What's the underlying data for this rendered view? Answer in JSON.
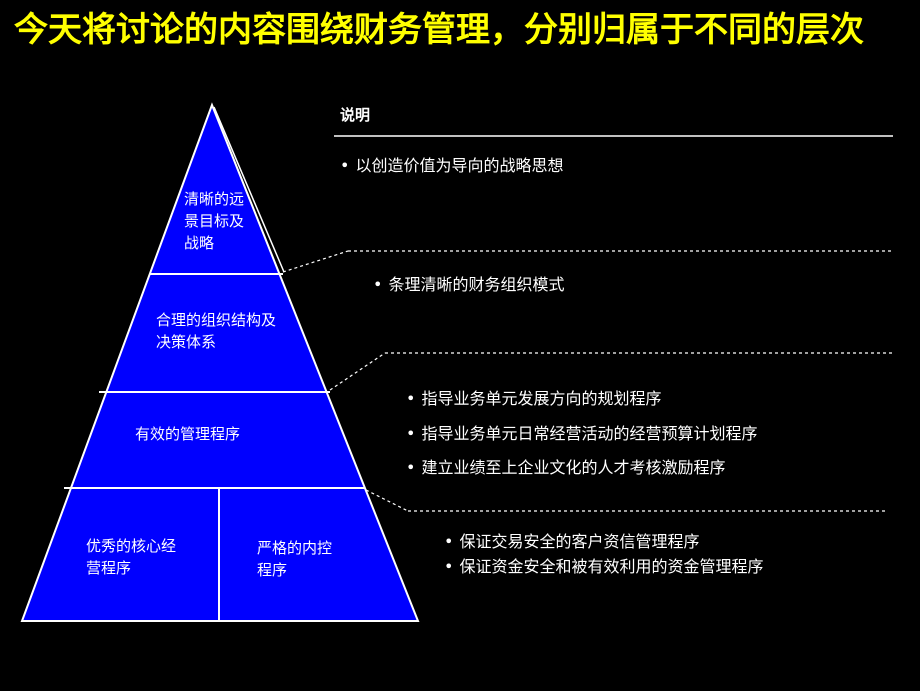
{
  "title": "今天将讨论的内容围绕财务管理，分别归属于不同的层次",
  "explanation_header": "说明",
  "pyramid": {
    "level1": "清晰的远景目标及战略",
    "level2": "合理的组织结构及决策体系",
    "level3": "有效的管理程序",
    "level4_left": "优秀的核心经营程序",
    "level4_right": "严格的内控程序"
  },
  "notes": {
    "group1": [
      "以创造价值为导向的战略思想"
    ],
    "group2": [
      "条理清晰的财务组织模式"
    ],
    "group3": [
      "指导业务单元发展方向的规划程序",
      "指导业务单元日常经营活动的经营预算计划程序",
      "建立业绩至上企业文化的人才考核激励程序"
    ],
    "group4": [
      "保证交易安全的客户资信管理程序",
      "保证资金安全和被有效利用的资金管理程序"
    ]
  },
  "colors": {
    "title": "#FFFF00",
    "pyramid_fill": "#0000FF",
    "background": "#000000"
  }
}
